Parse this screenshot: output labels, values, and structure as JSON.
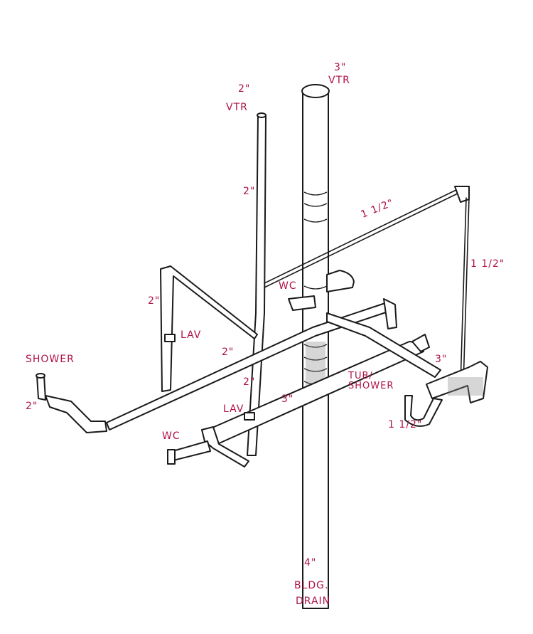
{
  "theme": {
    "label_color": "#b0124a",
    "pipe_color": "#1a1a1a"
  },
  "labels": {
    "vtr_3_size": "3\"",
    "vtr_3_text": "VTR",
    "vtr_2_size": "2\"",
    "vtr_2_text": "VTR",
    "riser_2": "2\"",
    "vent_1_5_horizontal": "1 1/2\"",
    "vent_1_5_vertical": "1 1/2\"",
    "wc_upper": "WC",
    "lav_vent_2": "2\"",
    "lav_upper": "LAV",
    "branch_2": "2\"",
    "shower": "SHOWER",
    "shower_2": "2\"",
    "riser_2_lower": "2\"",
    "branch_3": "3\"",
    "tub_shower": "TUB/\nSHOWER",
    "tub_3": "3\"",
    "tub_1_5": "1 1/2\"",
    "lav_lower": "LAV",
    "wc_lower": "WC",
    "drain_4": "4\"",
    "bldg_drain_1": "BLDG.",
    "bldg_drain_2": "DRAIN"
  }
}
